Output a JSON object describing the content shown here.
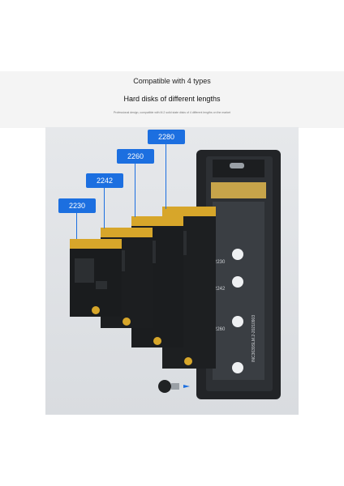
{
  "header": {
    "line1": "Compatible with 4 types",
    "line2": "Hard disks of different lengths",
    "note": "Professional design, compatible with M.2 solid state disks of 4 different lengths on the market"
  },
  "labels": [
    "2280",
    "2260",
    "2242",
    "2230"
  ],
  "enclosure": {
    "marks": [
      "2230",
      "2242",
      "2260"
    ],
    "print": "INC3639SLM.2-20210903"
  },
  "colors": {
    "label_blue": "#1c6fe0",
    "gold_contacts": "#d7a62a",
    "pcb_black": "#1d1f21"
  }
}
